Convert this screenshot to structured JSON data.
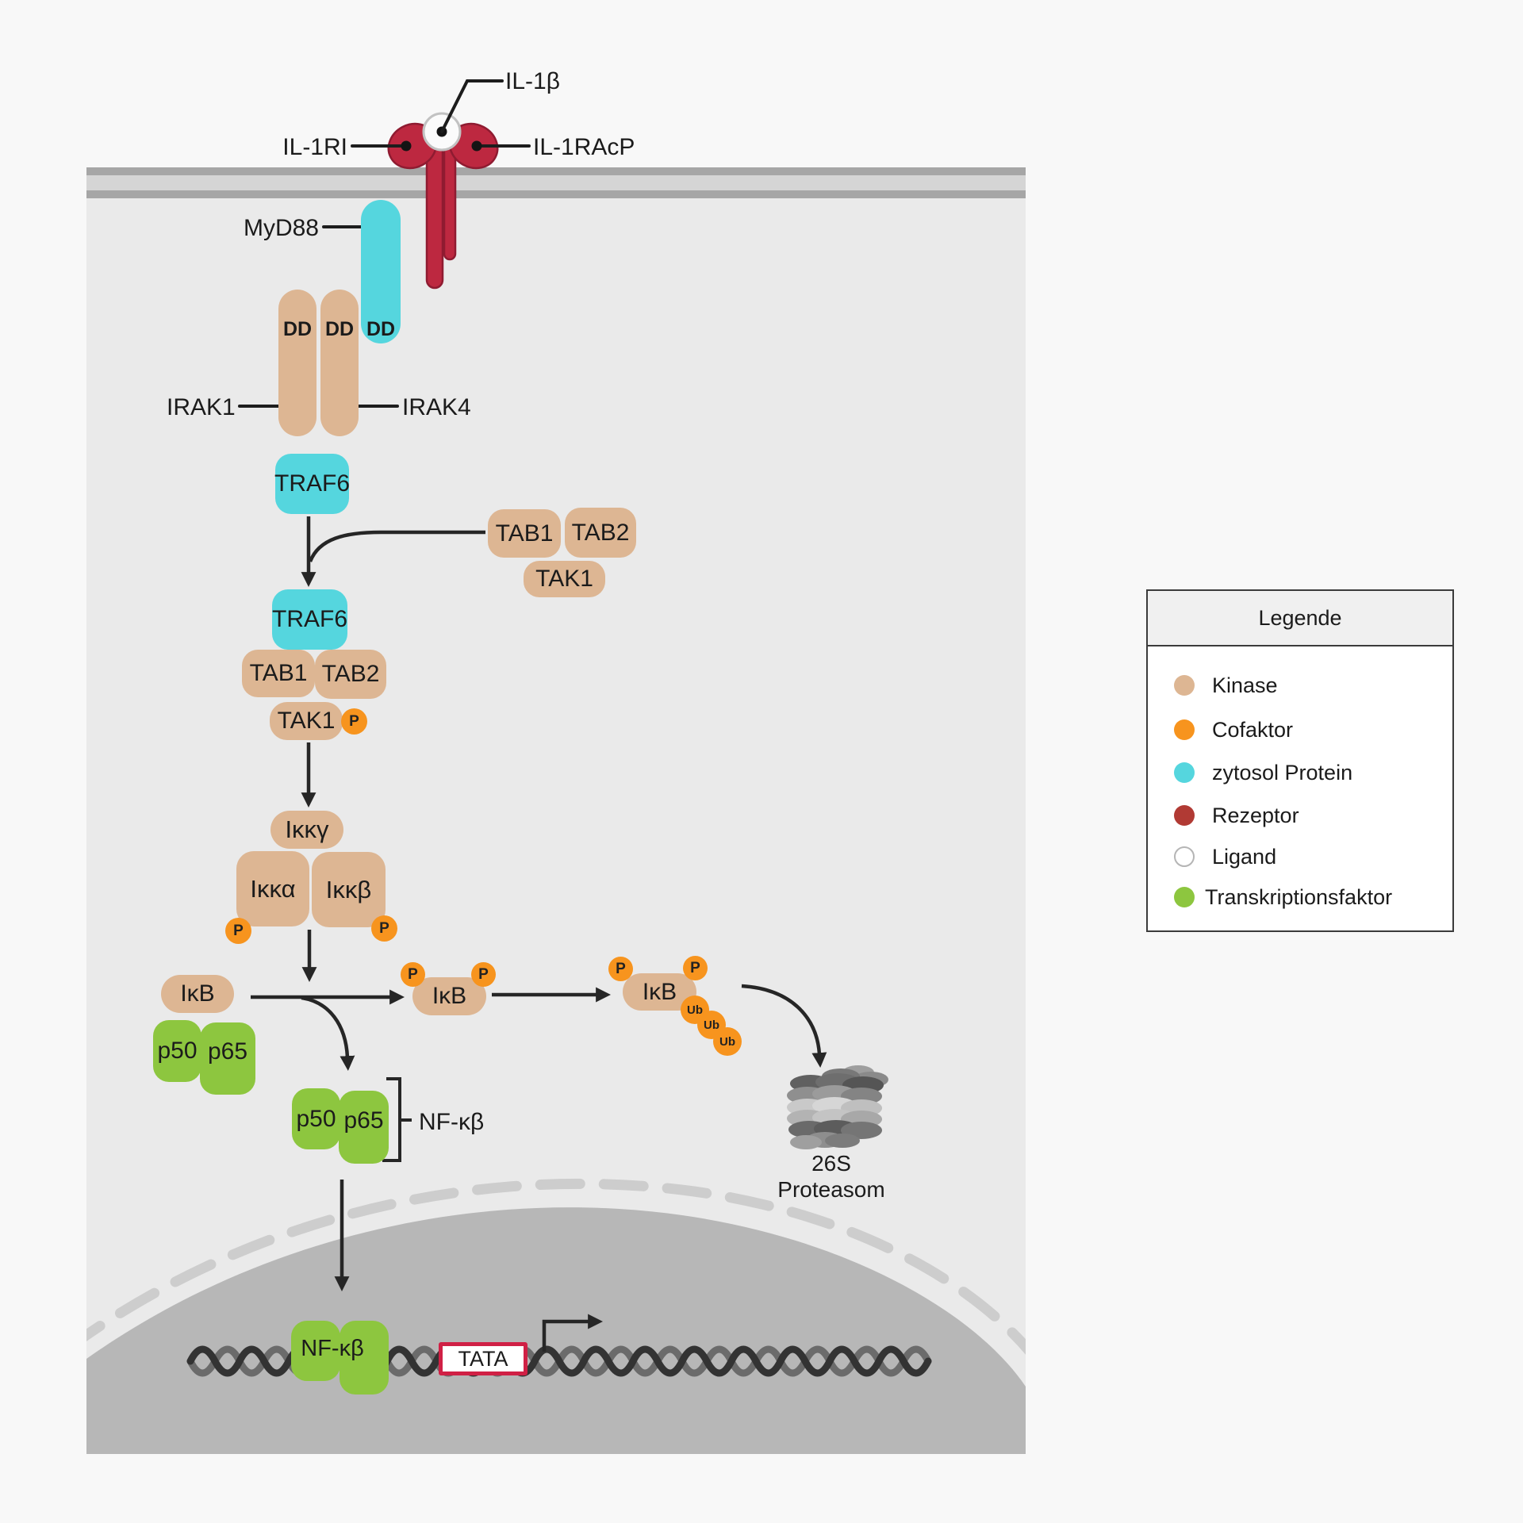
{
  "labels": {
    "il1b": "IL-1β",
    "il1ri": "IL-1RI",
    "il1racp": "IL-1RAcP",
    "myd88": "MyD88",
    "dd": "DD",
    "irak1": "IRAK1",
    "irak4": "IRAK4",
    "traf6": "TRAF6",
    "tab1": "TAB1",
    "tab2": "TAB2",
    "tak1": "TAK1",
    "ikk_gamma": "Iκκγ",
    "ikk_alpha": "Iκκα",
    "ikk_beta": "Iκκβ",
    "ikb": "IκB",
    "p50": "p50",
    "p65": "p65",
    "nfkb": "NF-κβ",
    "p": "P",
    "ub": "Ub",
    "proteasome_line1": "26S",
    "proteasome_line2": "Proteasom",
    "tata": "TATA"
  },
  "legend": {
    "title": "Legende",
    "items": [
      {
        "label": "Kinase",
        "color": "#ddb693"
      },
      {
        "label": "Cofaktor",
        "color": "#f7941e"
      },
      {
        "label": "zytosol Protein",
        "color": "#55d6de"
      },
      {
        "label": "Rezeptor",
        "color": "#b13a34"
      },
      {
        "label": "Ligand",
        "color": "#ffffff"
      },
      {
        "label": "Transkriptionsfaktor",
        "color": "#8dc63f"
      }
    ]
  },
  "colors": {
    "kinase": "#ddb693",
    "cofactor": "#f7941e",
    "cytosol_protein": "#55d6de",
    "receptor": "#bd2840",
    "transcription_factor": "#8dc63f",
    "tata_border": "#d02045",
    "membrane": "#a6a6a6",
    "cell_interior": "#eaeaea",
    "nucleus": "#b7b7b7"
  }
}
